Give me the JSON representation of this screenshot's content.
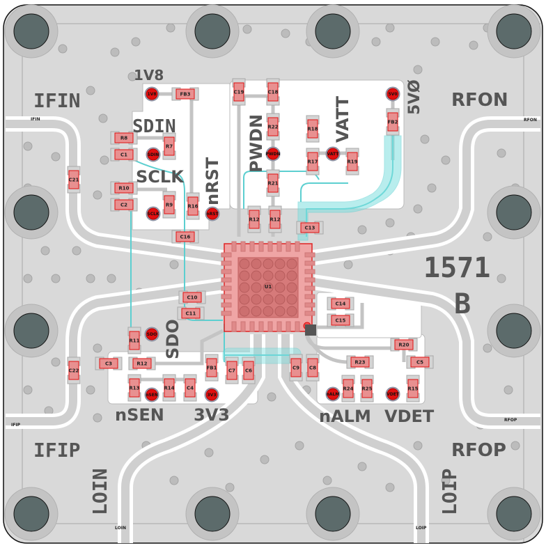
{
  "board": {
    "part_number": "1571",
    "revision": "B",
    "colors": {
      "substrate": "#d9d9d9",
      "ground_copper": "#cfcfcf",
      "clear_area": "#ffffff",
      "via": "#b8b8b8",
      "mount_hole": "#5c6b6b",
      "trace": "#c8c8c8",
      "pad": "#d4d4d4",
      "component_fill": "#e89090",
      "component_outline": "#e01010",
      "test_point": "#e01010",
      "ic_body": "#f2a0a0",
      "highlight_net": "#7fe0e0",
      "silkscreen": "#555555"
    }
  },
  "connectors": [
    {
      "silk": "IFIN",
      "edge": "IFIN"
    },
    {
      "silk": "IFIP",
      "edge": "IFIP"
    },
    {
      "silk": "RFON",
      "edge": "RFON"
    },
    {
      "silk": "RFOP",
      "edge": "RFOP"
    },
    {
      "silk": "LOIN",
      "edge": "LOIN"
    },
    {
      "silk": "LOIP",
      "edge": "LOIP"
    }
  ],
  "net_labels": {
    "v1v8": "1V8",
    "sdin": "SDIN",
    "sclk": "SCLK",
    "nrst": "nRST",
    "pwdn": "PWDN",
    "vatt": "VATT",
    "v5v0": "5VØ",
    "sdo": "SDO",
    "nsen": "nSEN",
    "v3v3": "3V3",
    "nalm": "nALM",
    "vdet": "VDET"
  },
  "test_points": {
    "tp_1v8": "1V8",
    "tp_sdin": "SDIN",
    "tp_sclk": "SCLK",
    "tp_nrst": "nRST",
    "tp_pwdn": "PWDN",
    "tp_vatt": "VATT",
    "tp_5v0": "5V0",
    "tp_sdo": "SDO",
    "tp_nsen": "nSEN",
    "tp_3v3": "3V3",
    "tp_nalm": "nALM",
    "tp_vdet": "VDET"
  },
  "components": {
    "fb3": "FB3",
    "r8": "R8",
    "r7": "R7",
    "c1": "C1",
    "r10": "R10",
    "r9": "R9",
    "c2": "C2",
    "r16": "R16",
    "c19": "C19",
    "c18": "C18",
    "r22": "R22",
    "r21": "R21",
    "r18": "R18",
    "r17": "R17",
    "r19": "R19",
    "fb2": "FB2",
    "r12a": "R12",
    "r12b": "R12",
    "c13": "C13",
    "c16": "C16",
    "c10": "C10",
    "c11": "C11",
    "u1": "U1",
    "c14": "C14",
    "c15": "C15",
    "r11": "R11",
    "c3": "C3",
    "r12c": "R12",
    "r13": "R13",
    "r14": "R14",
    "c4": "C4",
    "fb1": "FB1",
    "c7": "C7",
    "c6": "C6",
    "c9": "C9",
    "c8": "C8",
    "r20": "R20",
    "r23": "R23",
    "c5": "C5",
    "r24": "R24",
    "r25": "R25",
    "r15": "R15",
    "c21": "C21",
    "c22": "C22"
  }
}
